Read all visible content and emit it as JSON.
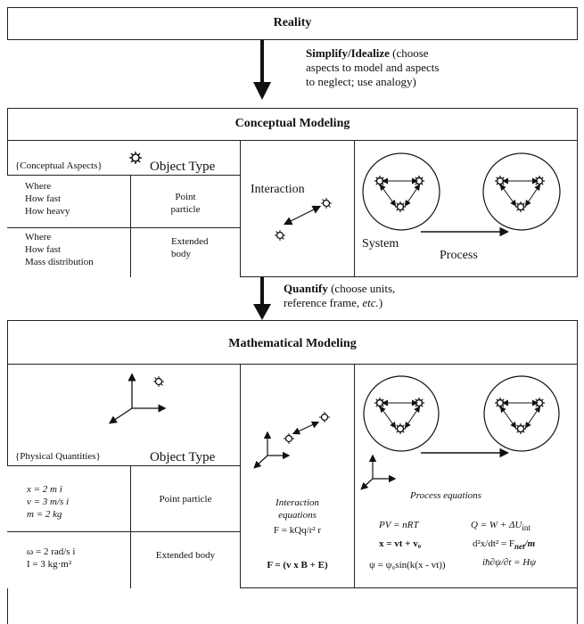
{
  "reality": {
    "title": "Reality"
  },
  "simplify": {
    "bold": "Simplify/Idealize",
    "rest1": " (choose",
    "line2": "aspects to model and aspects",
    "line3": "to neglect; use analogy)"
  },
  "conceptual": {
    "title": "Conceptual Modeling",
    "aspects_header": "{Conceptual Aspects}",
    "object_type": "Object Type",
    "row1": {
      "lines": [
        "Where",
        "How fast",
        "How heavy"
      ],
      "type": [
        "Point",
        "particle"
      ]
    },
    "row2": {
      "lines": [
        "Where",
        "How fast",
        "Mass distribution"
      ],
      "type": [
        "Extended",
        "body"
      ]
    },
    "interaction": "Interaction",
    "system": "System",
    "process": "Process"
  },
  "quantify": {
    "bold": "Quantify",
    "rest1": " (choose units,",
    "line2a": "reference frame, ",
    "line2_it": "etc.",
    "line2b": ")"
  },
  "mathematical": {
    "title": "Mathematical Modeling",
    "physical_header": "{Physical Quantities}",
    "object_type": "Object Type",
    "row1": {
      "lines": [
        "x = 2 m  i",
        "v = 3 m/s i",
        "m = 2 kg"
      ],
      "type": "Point particle"
    },
    "row2": {
      "lines": [
        "ω = 2 rad/s i",
        "I = 3 kg·m²"
      ],
      "type": "Extended body"
    },
    "interaction_eq": [
      "Interaction",
      "equations"
    ],
    "force1": "F = kQq/r² r",
    "force2": "F =   (v x B + E)",
    "process_eq": "Process equations",
    "eq1a": "PV = nRT",
    "eq1b": "Q = W +   ΔU",
    "eq1b_sub": "int",
    "eq2a": "x = vt + v₀",
    "eq2b": "d²x/dt² =  F",
    "eq2b_sub": "net",
    "eq2b_end": "/m",
    "eq3a": "ψ = ψ₀sin(k(x - vt))",
    "eq3b": "iħ∂ψ/∂t = Hψ"
  }
}
